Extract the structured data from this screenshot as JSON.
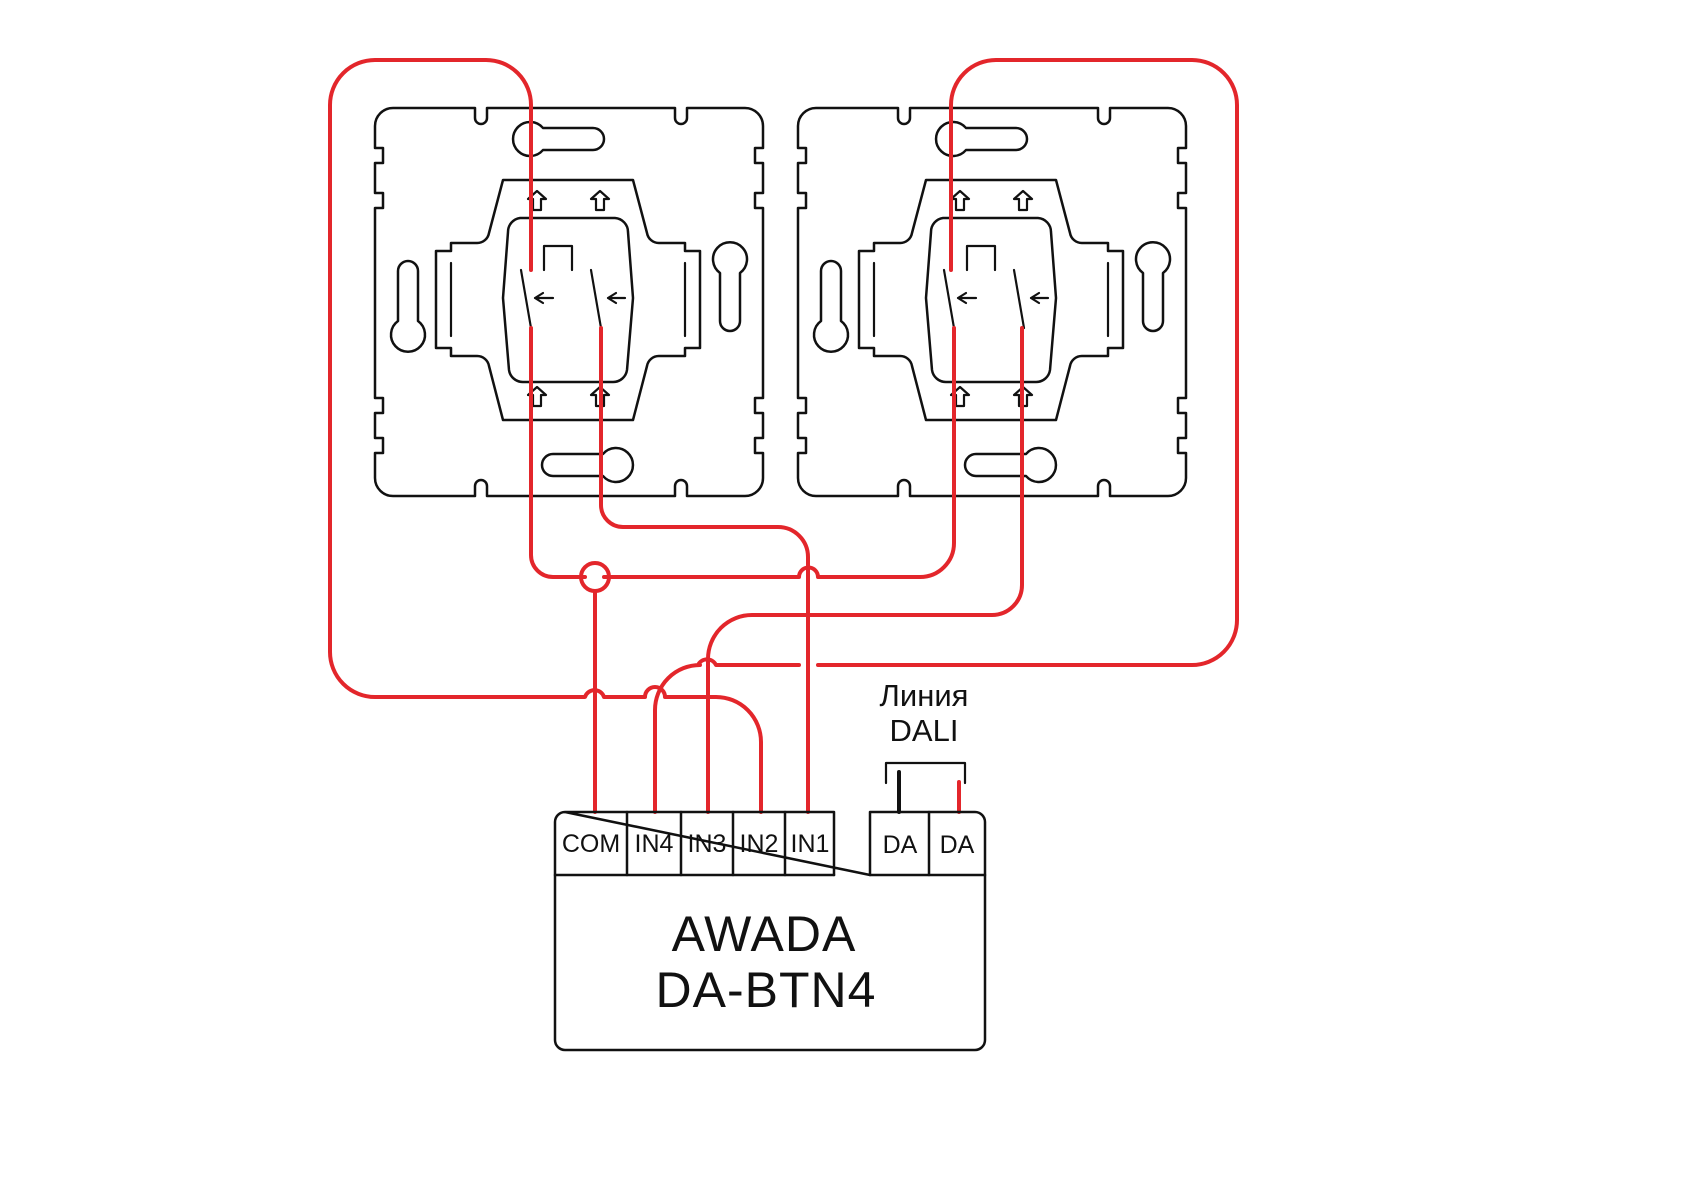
{
  "device": {
    "model_line1": "AWADA",
    "model_line2": "DA-BTN4",
    "inputs": [
      "COM",
      "IN4",
      "IN3",
      "IN2",
      "IN1"
    ],
    "bus_terminals": [
      "DA",
      "DA"
    ]
  },
  "dali": {
    "line1": "Линия",
    "line2": "DALI"
  },
  "colors": {
    "wire": "#e3262b",
    "outline": "#111111"
  },
  "components": [
    {
      "name": "left-switch",
      "type": "double-pushbutton"
    },
    {
      "name": "right-switch",
      "type": "double-pushbutton"
    }
  ]
}
